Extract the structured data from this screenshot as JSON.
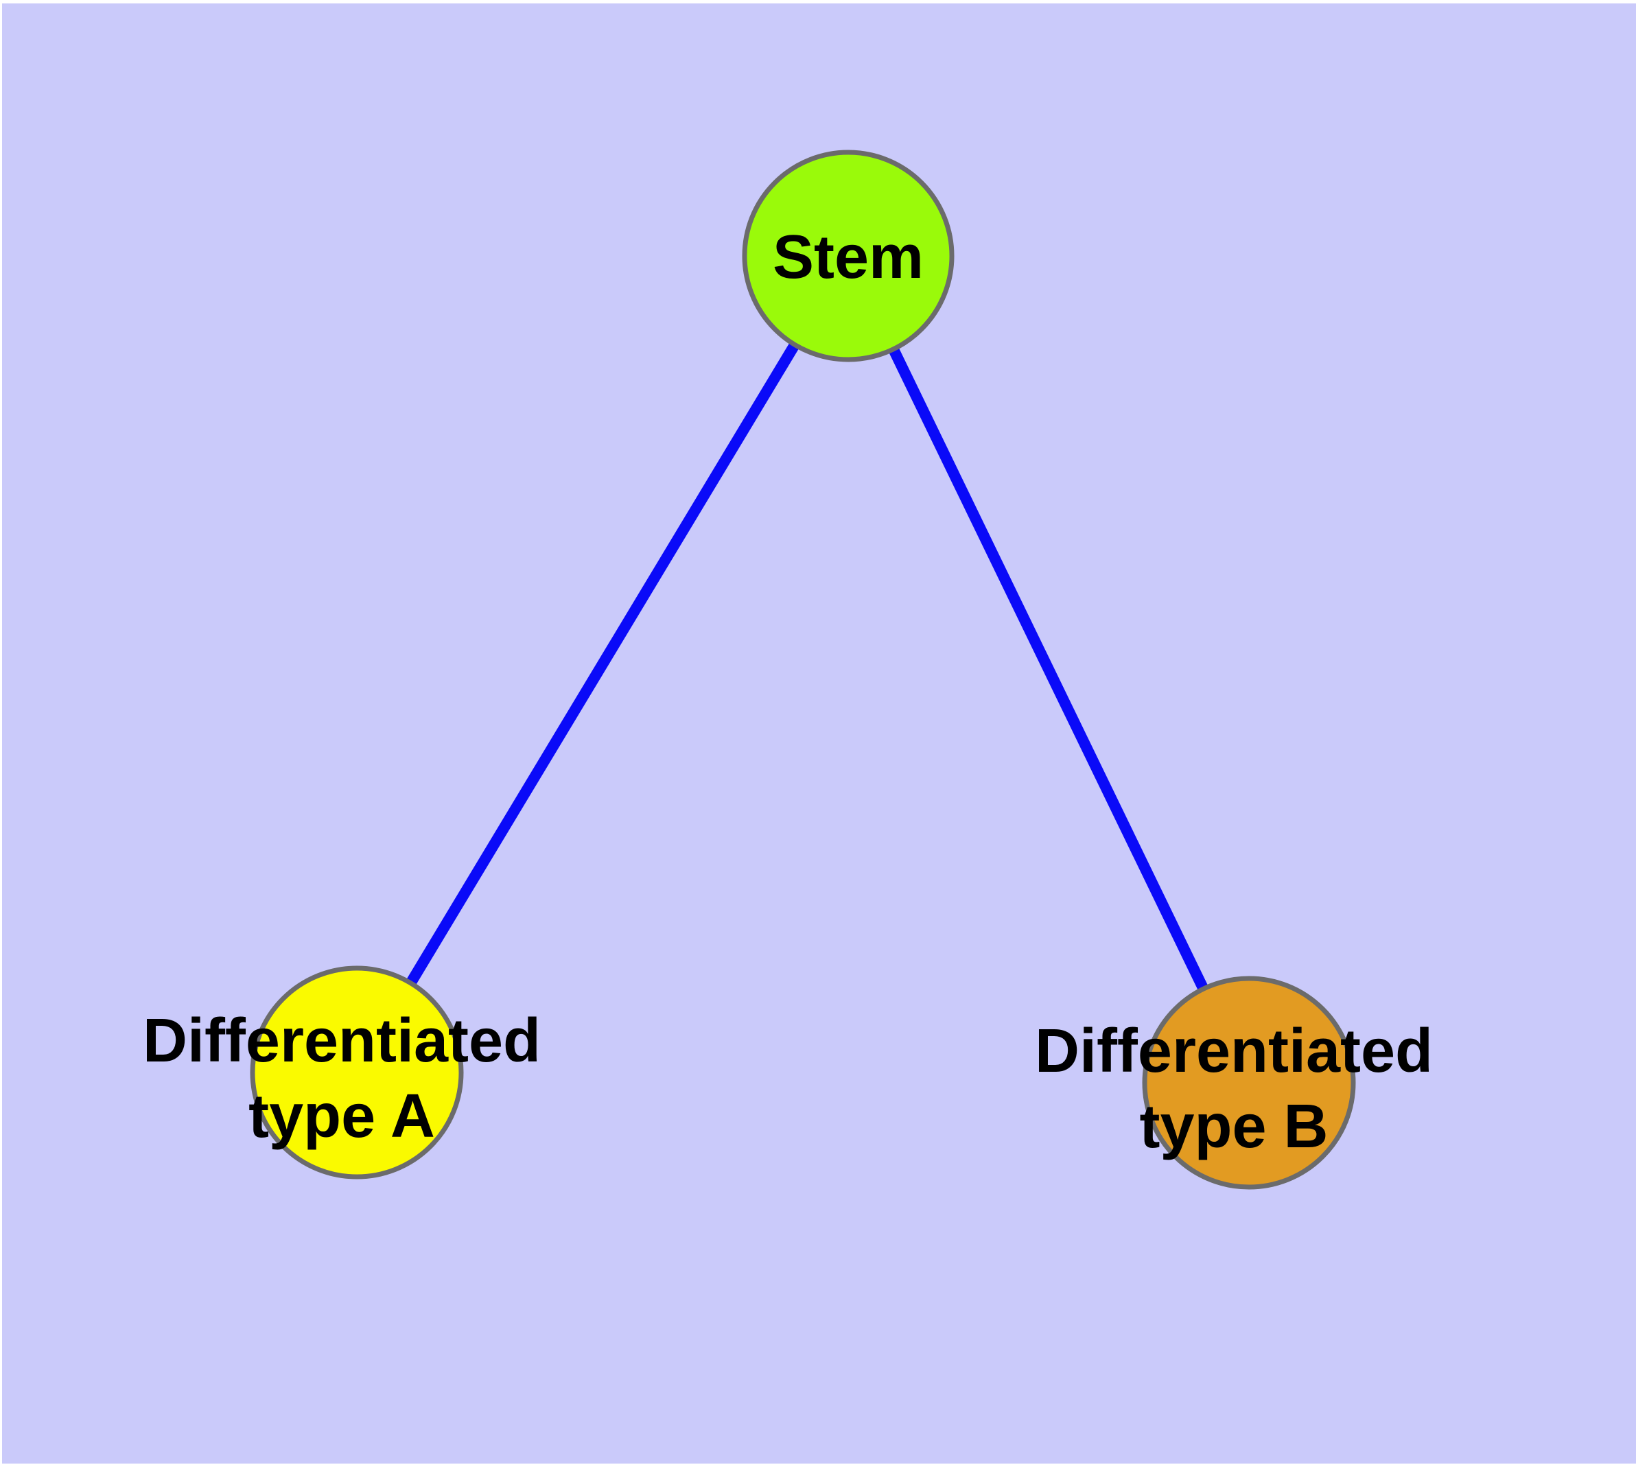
{
  "diagram": {
    "page_background": "#FFFFFF",
    "background_color": "#CACAFA",
    "edge_color": "#0A0AF8",
    "node_border_color": "#6B6B6B",
    "label_color": "#000000",
    "nodes": {
      "stem": {
        "label": "Stem",
        "fill": "#9AFA0A"
      },
      "type_a": {
        "label_line1": "Differentiated",
        "label_line2": "type A",
        "fill": "#FAFA00"
      },
      "type_b": {
        "label_line1": "Differentiated",
        "label_line2": "type B",
        "fill": "#E29B22"
      }
    },
    "edges": [
      {
        "from": "Stem",
        "to": "Differentiated type A"
      },
      {
        "from": "Stem",
        "to": "Differentiated type B"
      }
    ]
  }
}
